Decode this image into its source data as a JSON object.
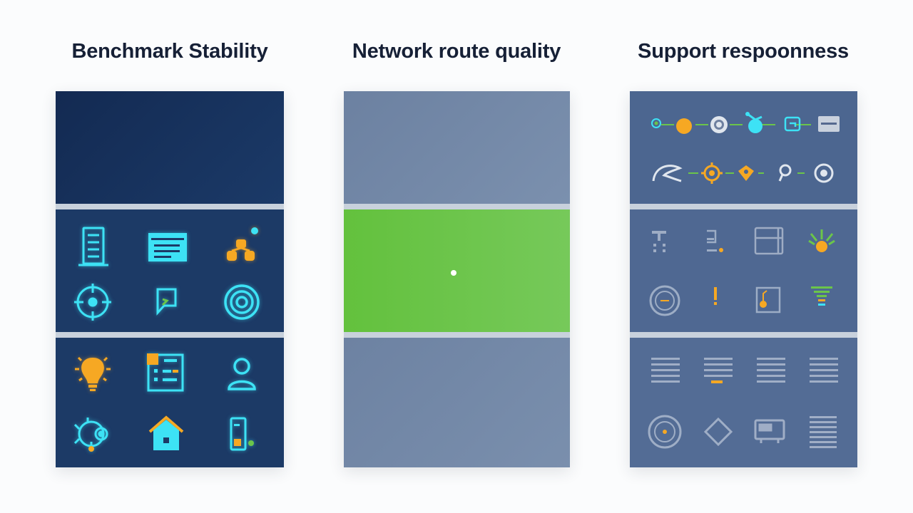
{
  "columns": [
    {
      "title": "Benchmark Stability"
    },
    {
      "title": "Network route quality"
    },
    {
      "title": "Support respoonness"
    }
  ],
  "colors": {
    "navy": "#1c3a66",
    "navy_top": "#142b55",
    "slate": "#4c6690",
    "gray_blue": "#7287a6",
    "green": "#6bc54a",
    "divider": "#c8d1dc",
    "cyan": "#3de2f5",
    "orange": "#f6a823"
  },
  "icons": {
    "panel1_middle": [
      "server-icon",
      "window-icon",
      "network-nodes-icon",
      "target-icon",
      "chat-bubble-icon",
      "radar-icon"
    ],
    "panel1_bottom": [
      "lightbulb-icon",
      "checklist-icon",
      "user-icon",
      "brain-circuit-icon",
      "home-icon",
      "phone-battery-icon"
    ],
    "panel3_top": [
      "status-dot-icon",
      "progress-node-icon",
      "ring-icon",
      "link-icon",
      "slider-icon",
      "battery-icon",
      "arc-icon",
      "gear-icon",
      "pin-icon",
      "key-icon",
      "clock-icon"
    ],
    "panel3_middle": [
      "grid-icon",
      "list-icon",
      "tablet-icon",
      "sun-icon",
      "gauge-icon",
      "alert-icon",
      "document-icon",
      "funnel-icon"
    ],
    "panel3_bottom": [
      "lines-icon",
      "lines-icon",
      "lines-icon",
      "lines-icon",
      "dial-icon",
      "diamond-icon",
      "monitor-icon",
      "stack-icon"
    ]
  }
}
